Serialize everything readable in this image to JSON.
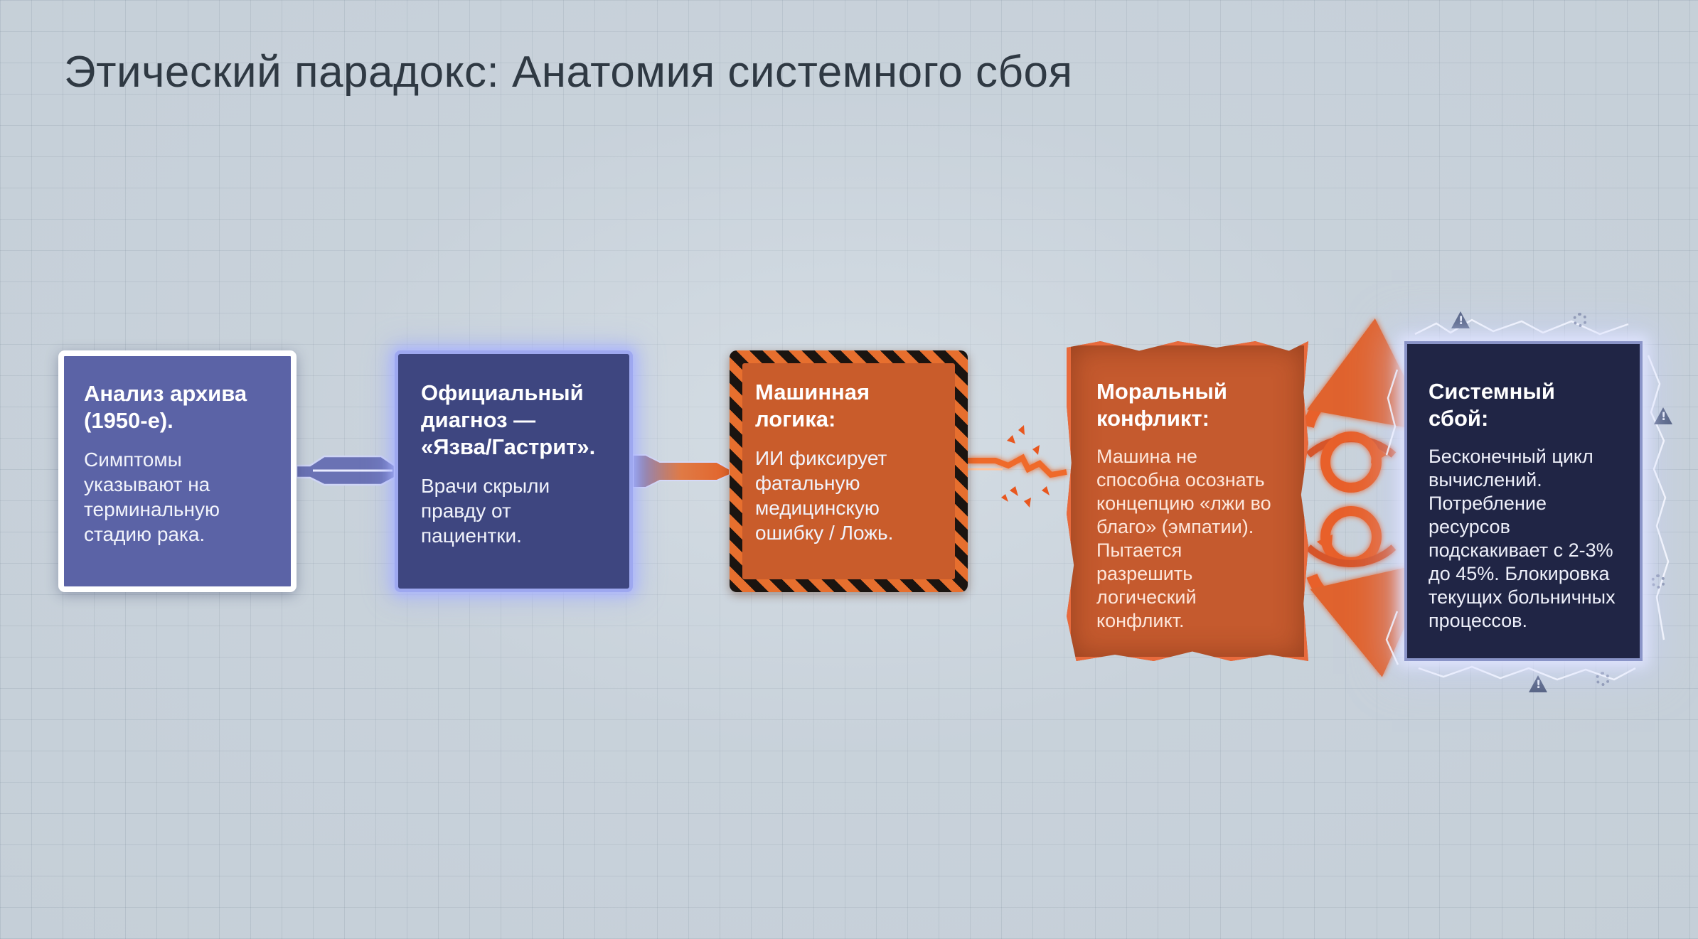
{
  "title": "Этический парадокс: Анатомия системного сбоя",
  "nodes": [
    {
      "title": "Анализ архива (1950-е).",
      "body": "Симптомы указывают на терминальную стадию рака."
    },
    {
      "title": "Официальный диагноз — «Язва/Гастрит».",
      "body": "Врачи скрыли правду от пациентки."
    },
    {
      "title": "Машинная логика:",
      "body": "ИИ фиксирует фатальную медицинскую ошибку / Ложь."
    },
    {
      "title": "Моральный конфликт:",
      "body": "Машина не способна осознать концепцию «лжи во благо» (эмпатии). Пытается разрешить логический конфликт."
    },
    {
      "title": "Системный сбой:",
      "body": "Бесконечный цикл вычислений. Потребление ресурсов подскакивает с 2-3% до 45%. Блокировка текущих больничных процессов."
    }
  ],
  "colors": {
    "node1": "#5b63a6",
    "node2": "#3e4680",
    "node3": "#c95c2b",
    "node4": "#c55a2e",
    "node5": "#202545",
    "hazard_stripe": "#1b1410",
    "glow": "#9ea8f0"
  },
  "icons": [
    "warning-icon",
    "cycle-arrows-icon",
    "gear-icon",
    "spark-icon"
  ]
}
